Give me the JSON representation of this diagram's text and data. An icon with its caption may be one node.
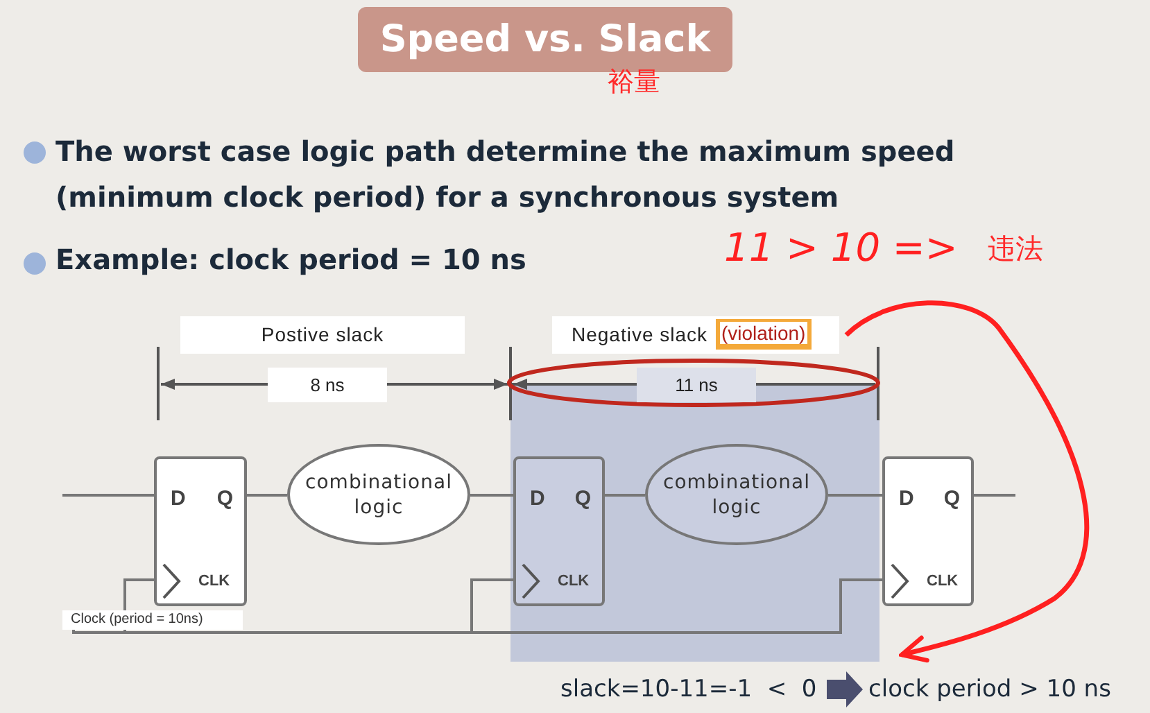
{
  "diagram": {
    "title": "Speed vs. Slack",
    "nodes": [
      {
        "text": [
          "Postive slack"
        ]
      },
      {
        "text": [
          "Negative slack",
          "(violation)"
        ]
      },
      {
        "text": [
          "D",
          "Q",
          "CLK"
        ]
      },
      {
        "text": [
          "combinational logic"
        ]
      },
      {
        "text": [
          "D",
          "Q",
          "CLK"
        ]
      },
      {
        "text": [
          "combinational logic"
        ]
      },
      {
        "text": [
          "D",
          "Q",
          "CLK"
        ]
      },
      {
        "text": [
          "Clock (period = 10ns)"
        ]
      },
      {
        "text": [
          "slack=10-11=-1  <  0"
        ]
      },
      {
        "text": [
          "clock period > 10 ns"
        ]
      }
    ],
    "edges": [
      {
        "from": null,
        "to": 2,
        "arrow": "none"
      },
      {
        "from": 2,
        "to": 3,
        "arrow": "none"
      },
      {
        "from": 3,
        "to": 4,
        "arrow": "none"
      },
      {
        "from": 4,
        "to": 5,
        "arrow": "none"
      },
      {
        "from": 5,
        "to": 6,
        "arrow": "none"
      },
      {
        "from": 6,
        "to": null,
        "arrow": "none"
      },
      {
        "from": 7,
        "to": 2,
        "arrow": "none"
      },
      {
        "from": 7,
        "to": 4,
        "arrow": "none"
      },
      {
        "from": 7,
        "to": 6,
        "arrow": "none"
      },
      {
        "from": 1,
        "to": 9,
        "arrow": "to",
        "color": "#ff2020"
      },
      {
        "from": 8,
        "to": 9,
        "arrow": "to",
        "style": "thick",
        "color": "#4a4e6e"
      }
    ],
    "labels": [
      "裕量",
      "The worst case logic path  determine the maximum speed (minimum clock period) for a synchronous system",
      "Example: clock period = 10 ns",
      "11 > 10 =>",
      "违法",
      "8 ns",
      "11 ns"
    ]
  }
}
